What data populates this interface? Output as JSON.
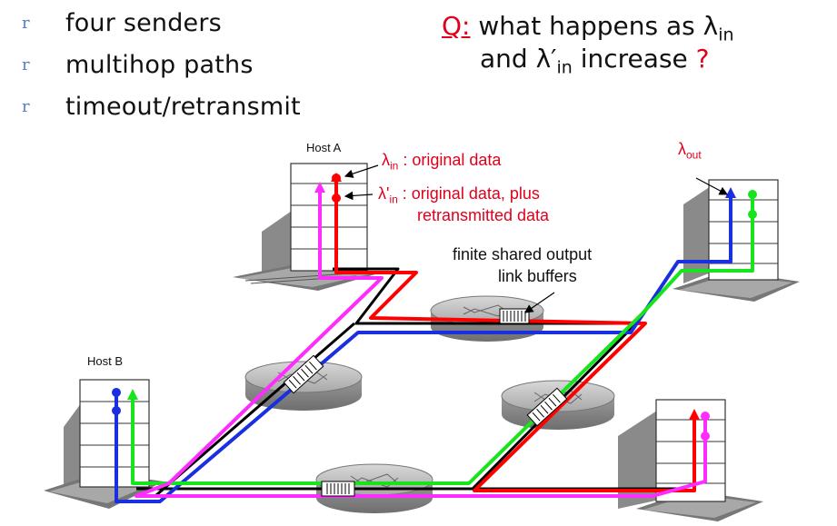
{
  "bullets": {
    "marker": "r",
    "items": [
      "four senders",
      "multihop paths",
      "timeout/retransmit"
    ]
  },
  "question": {
    "prefix": "Q:",
    "text_a": " what happens as ",
    "lambda": "λ",
    "sub_in": "in",
    "text_and": "and ",
    "lambda_prime": "λ′",
    "text_b": " increase ",
    "qmark": "?"
  },
  "labels": {
    "host_a": "Host A",
    "host_b": "Host B",
    "lambda": "λ",
    "lambda_prime": "λ'",
    "sub_in": "in",
    "sub_out": "out",
    "original_data": " : original data",
    "original_plus": " : original data, plus",
    "retransmitted": "retransmitted data",
    "finite_line1": "finite shared output",
    "finite_line2": "link buffers"
  },
  "colors": {
    "red": "#ff0000",
    "blue": "#1a2fe0",
    "green": "#17e51c",
    "magenta": "#ff2cff",
    "black": "#000000",
    "label_red": "#e0001b",
    "bullet": "#5b7bc4"
  }
}
